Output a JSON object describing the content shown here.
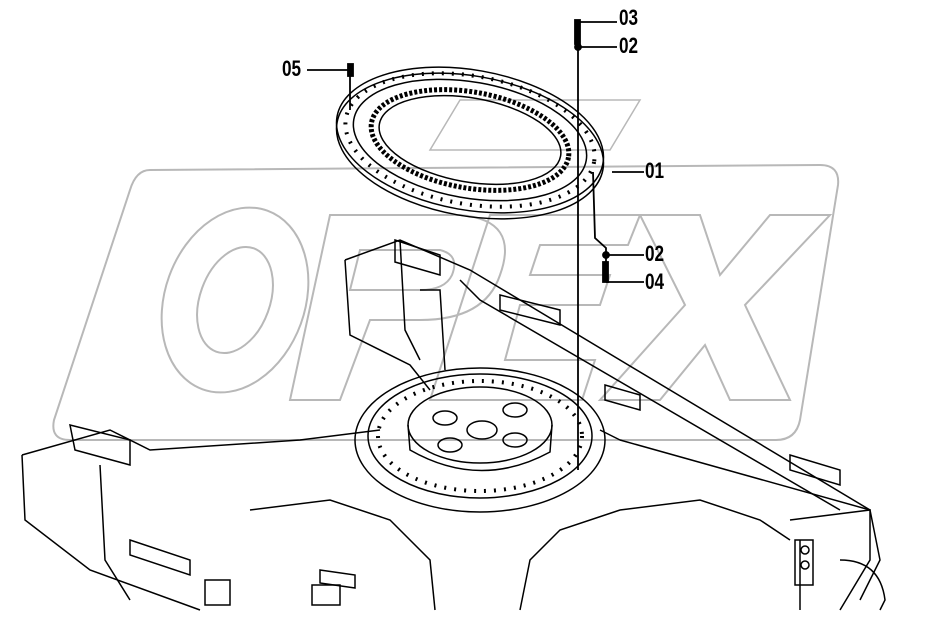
{
  "diagram": {
    "type": "exploded parts diagram",
    "subject": "Slewing ring / swing bearing mounted on undercarriage frame",
    "watermark": "OPEX",
    "colors": {
      "line": "#000000",
      "watermark": "#b8b8b8",
      "background": "#ffffff"
    },
    "callouts": [
      {
        "id": "c03",
        "label": "03"
      },
      {
        "id": "c02a",
        "label": "02"
      },
      {
        "id": "c05",
        "label": "05"
      },
      {
        "id": "c01",
        "label": "01"
      },
      {
        "id": "c02b",
        "label": "02"
      },
      {
        "id": "c04",
        "label": "04"
      }
    ]
  }
}
